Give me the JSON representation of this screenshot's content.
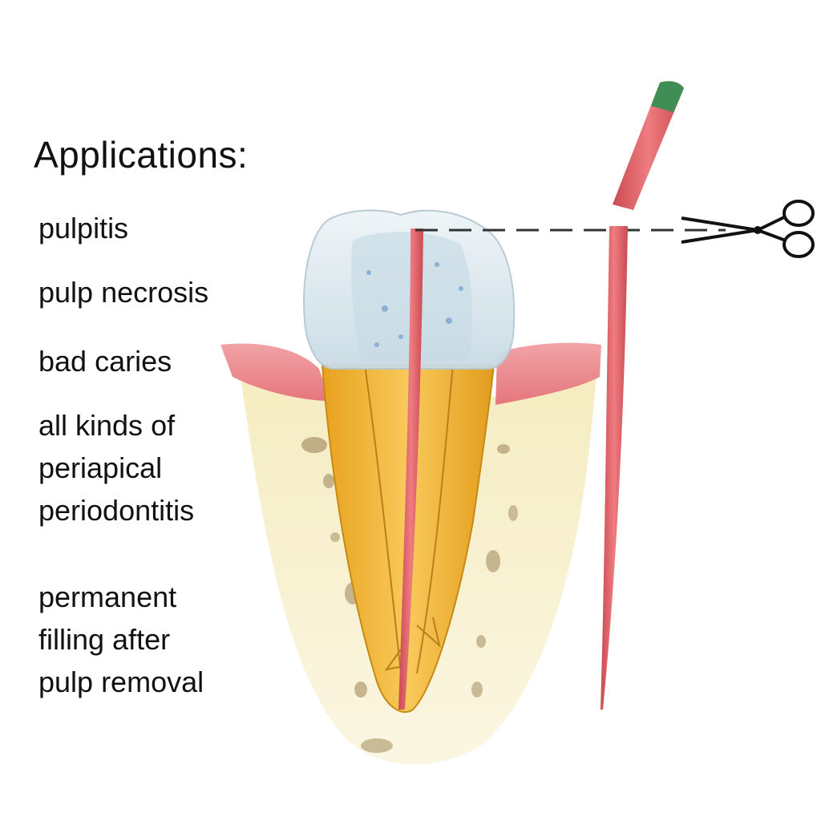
{
  "heading": "Applications:",
  "applications": [
    {
      "lines": [
        "pulpitis"
      ]
    },
    {
      "lines": [
        "pulp necrosis"
      ]
    },
    {
      "lines": [
        "bad caries"
      ]
    },
    {
      "lines": [
        "all kinds of",
        "periapical",
        "periodontitis"
      ]
    },
    {
      "lines": [
        "permanent",
        "filling after",
        "pulp removal"
      ]
    }
  ],
  "colors": {
    "gum": "#e8858a",
    "bone": "#f3e9b8",
    "dentin": "#f2b830",
    "enamel": "#d9e8ee",
    "gutta_percha": "#e06468",
    "point_tip": "#3f8e56"
  },
  "icons": [
    "scissors-icon",
    "dashed-cut-line"
  ]
}
